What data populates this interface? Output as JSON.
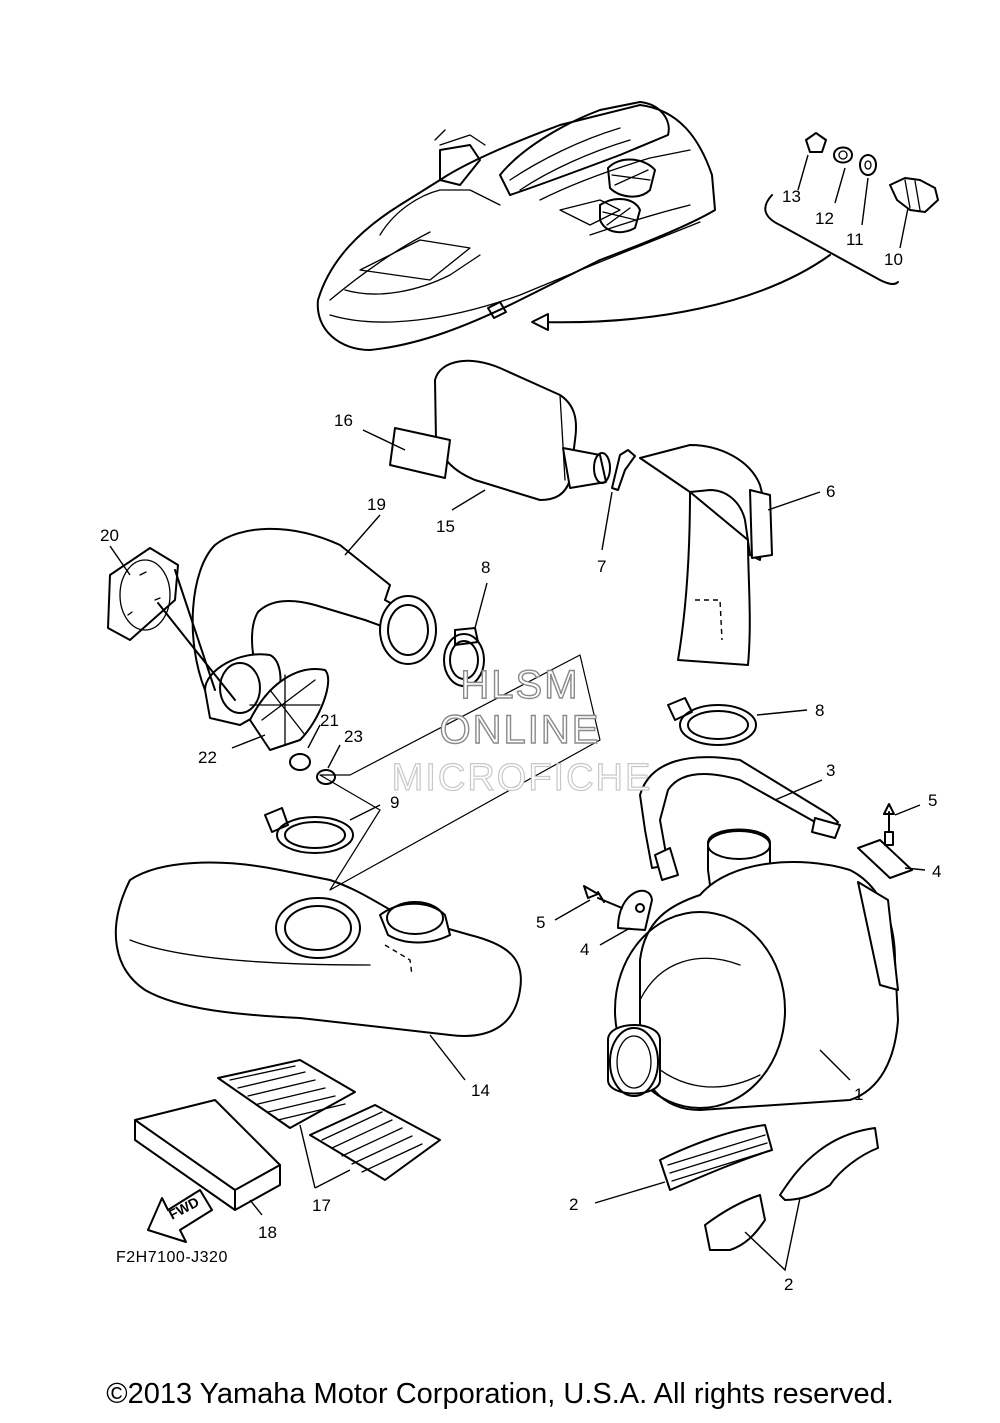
{
  "diagram_code": "F2H7100-J320",
  "copyright": "©2013 Yamaha Motor Corporation, U.S.A. All rights reserved.",
  "watermark": {
    "line1": "HLSM",
    "line2": "ONLINE",
    "line3": "MICROFICHE"
  },
  "fwd_label": "FWD",
  "parts": [
    {
      "no": "1"
    },
    {
      "no": "2"
    },
    {
      "no": "3"
    },
    {
      "no": "4"
    },
    {
      "no": "5"
    },
    {
      "no": "6"
    },
    {
      "no": "7"
    },
    {
      "no": "8"
    },
    {
      "no": "9"
    },
    {
      "no": "10"
    },
    {
      "no": "11"
    },
    {
      "no": "12"
    },
    {
      "no": "13"
    },
    {
      "no": "14"
    },
    {
      "no": "15"
    },
    {
      "no": "16"
    },
    {
      "no": "17"
    },
    {
      "no": "18"
    },
    {
      "no": "19"
    },
    {
      "no": "20"
    },
    {
      "no": "21"
    },
    {
      "no": "22"
    },
    {
      "no": "23"
    }
  ]
}
